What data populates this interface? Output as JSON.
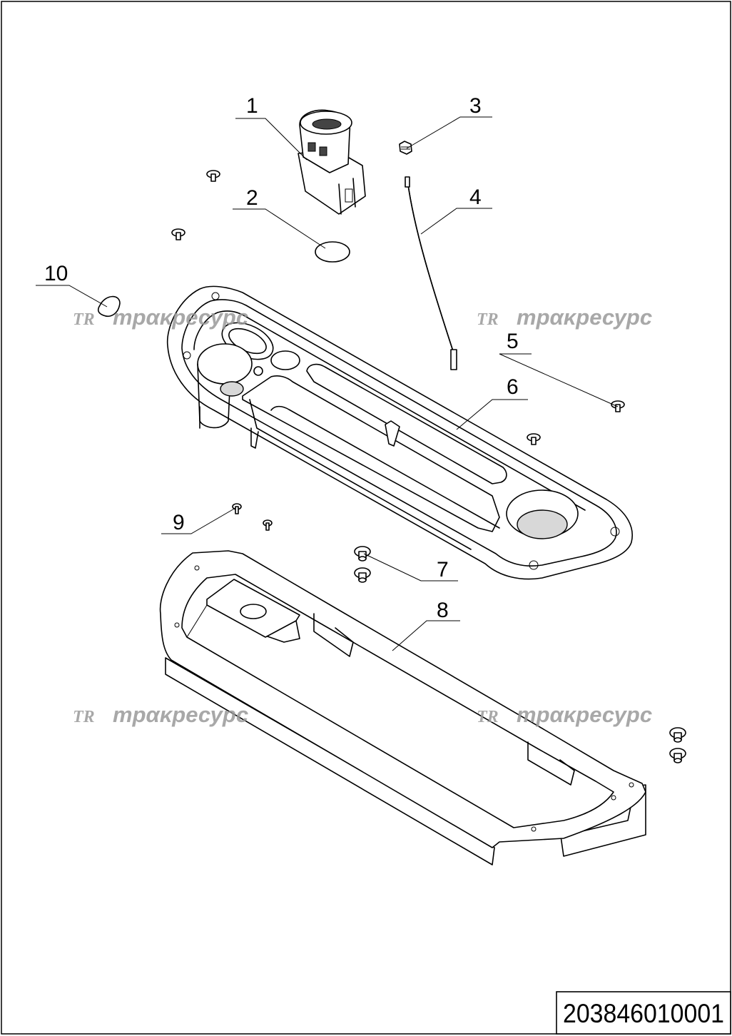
{
  "drawing": {
    "number": "203846010001",
    "watermark": "трακресурс",
    "watermark_logo": "TR",
    "callouts": [
      "1",
      "2",
      "3",
      "4",
      "5",
      "6",
      "7",
      "8",
      "9",
      "10"
    ]
  }
}
